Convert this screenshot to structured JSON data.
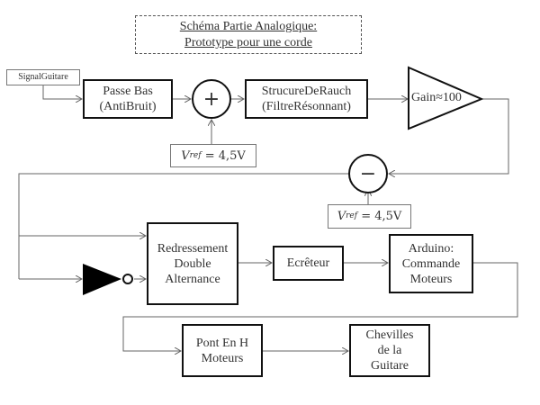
{
  "title": {
    "line1": "Schéma Partie Analogique:",
    "line2": "Prototype pour une corde"
  },
  "blocks": {
    "signal_input": "SignalGuitare",
    "low_pass": "Passe Bas\n(AntiBruit)",
    "summer_symbol": "+",
    "vref_1": {
      "symbol": "V",
      "subscript": "ref",
      "value": " = 4,5V"
    },
    "rauch": "StrucureDeRauch\n(FiltreRésonnant)",
    "amplifier": "Gain≈100",
    "subtractor_symbol": "−",
    "vref_2": {
      "symbol": "V",
      "subscript": "ref",
      "value": " = 4,5V"
    },
    "rectifier": "Redressement\nDouble\nAlternance",
    "clipper": "Ecrêteur",
    "arduino": "Arduino:\nCommande\nMoteurs",
    "h_bridge": "Pont En H\nMoteurs",
    "pegs": "Chevilles\nde la\nGuitare"
  },
  "colors": {
    "block_border": "#111111",
    "wire": "#666666",
    "inverter_fill": "#000000"
  }
}
